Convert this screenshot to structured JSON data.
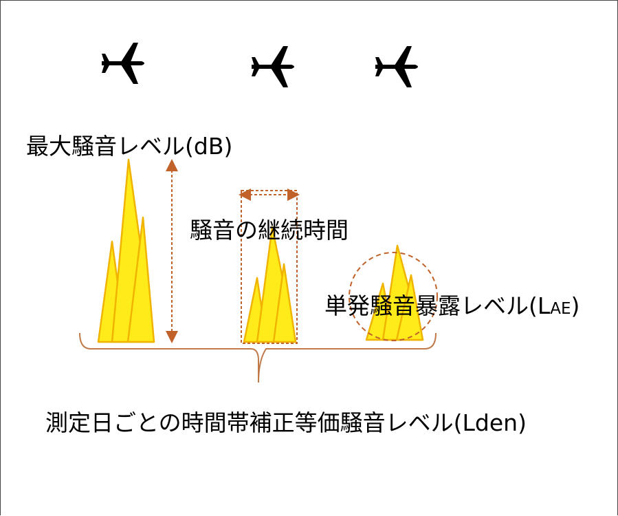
{
  "diagram": {
    "labels": {
      "max_noise": "最大騒音レベル(dB)",
      "duration": "騒音の継続時間",
      "sel_main": "単発騒音暴露レベル(L",
      "sel_sub": "AE",
      "sel_close": ")",
      "lden": "測定日ごとの時間帯補正等価騒音レベル(Lden)"
    },
    "icons": [
      "airplane-icon",
      "airplane-icon",
      "airplane-icon"
    ],
    "colors": {
      "peak_fill": "#ffeb1a",
      "peak_stroke": "#f0b400",
      "annotation": "#c0622a",
      "text": "#000000"
    }
  }
}
